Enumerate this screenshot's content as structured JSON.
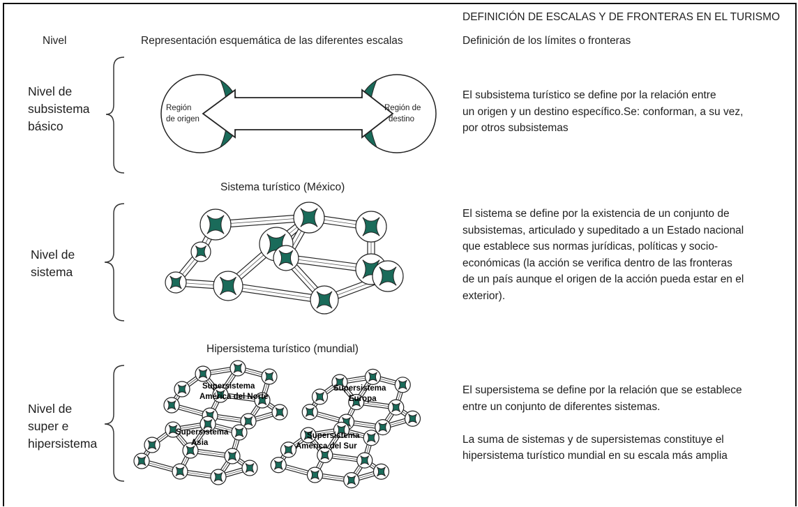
{
  "title": "DEFINICIÓN DE ESCALAS Y DE FRONTERAS EN EL TURISMO",
  "headers": {
    "nivel": "Nivel",
    "representacion": "Representación esquemática de las diferentes escalas",
    "definicion": "Definición de los límites o fronteras"
  },
  "levels": [
    {
      "name_lines": [
        "Nivel de",
        "subsistema",
        "básico"
      ],
      "diagram_caption": "",
      "description_lines": [
        "El subsistema turístico se define por la relación entre",
        "un origen y un destino específico.Se: conforman, a su vez,",
        "por otros subsistemas"
      ],
      "labels": {
        "origen": [
          "Región",
          "de origen"
        ],
        "destino": [
          "Región de",
          "destino"
        ]
      }
    },
    {
      "name_lines": [
        "Nivel de",
        "sistema"
      ],
      "diagram_caption": "Sistema turístico (México)",
      "description_lines": [
        "El sistema se define por la existencia de un conjunto de",
        "subsistemas, articulado y supeditado a un Estado nacional",
        "que establece sus normas jurídicas, políticas y socio-",
        "económicas (la acción se verifica dentro de las fronteras",
        "de un país aunque el origen de la acción pueda estar en el",
        "exterior)."
      ]
    },
    {
      "name_lines": [
        "Nivel de",
        "super e",
        "hipersistema"
      ],
      "diagram_caption": "Hipersistema turístico (mundial)",
      "description_lines": [
        "El supersistema se define por la relación que se  establece",
        "entre un conjunto de diferentes sistemas.",
        "",
        "La suma de sistemas y de supersistemas constituye el",
        "hipersistema turístico mundial en su escala más amplia"
      ],
      "supersystems": [
        [
          "Supersistema",
          "América del Norte"
        ],
        [
          "Supersistema",
          "Europa"
        ],
        [
          "Supersistema",
          "Asia"
        ],
        [
          "Supersistema",
          "América del Sur"
        ]
      ]
    }
  ],
  "colors": {
    "node_fill": "#1a6b5a",
    "line": "#222222"
  }
}
